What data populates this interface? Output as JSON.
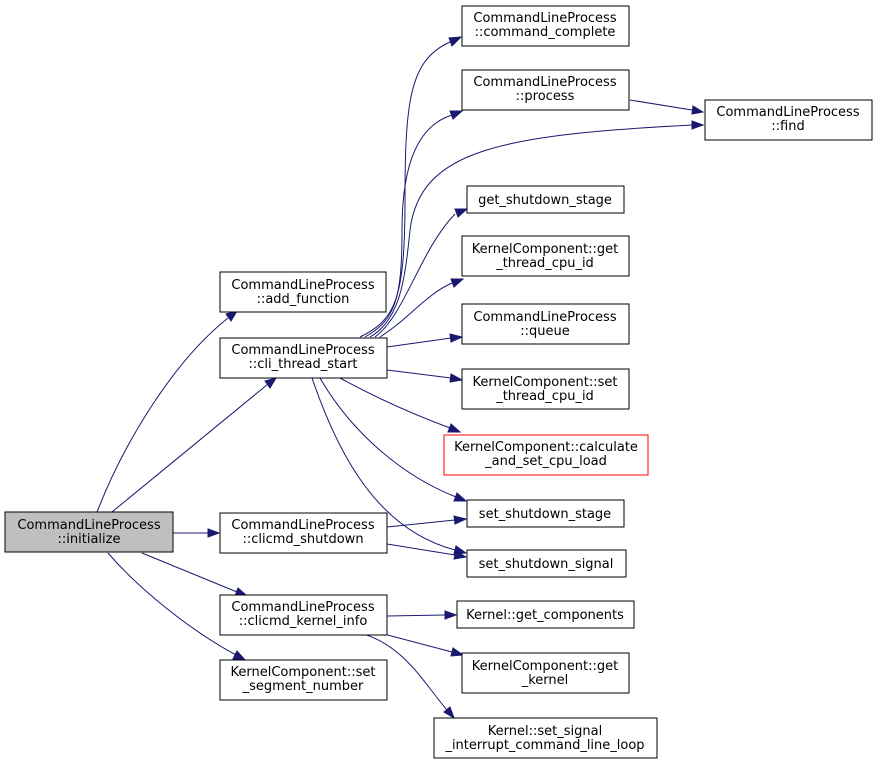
{
  "diagram": {
    "root": {
      "line1": "CommandLineProcess",
      "line2": "::initialize"
    },
    "add_function": {
      "line1": "CommandLineProcess",
      "line2": "::add_function"
    },
    "cli_thread_start": {
      "line1": "CommandLineProcess",
      "line2": "::cli_thread_start"
    },
    "clicmd_shutdown": {
      "line1": "CommandLineProcess",
      "line2": "::clicmd_shutdown"
    },
    "clicmd_kernel_info": {
      "line1": "CommandLineProcess",
      "line2": "::clicmd_kernel_info"
    },
    "set_segment_number": {
      "line1": "KernelComponent::set",
      "line2": "_segment_number"
    },
    "command_complete": {
      "line1": "CommandLineProcess",
      "line2": "::command_complete"
    },
    "process": {
      "line1": "CommandLineProcess",
      "line2": "::process"
    },
    "find": {
      "line1": "CommandLineProcess",
      "line2": "::find"
    },
    "get_shutdown_stage": {
      "line1": "get_shutdown_stage"
    },
    "get_thread_cpu_id": {
      "line1": "KernelComponent::get",
      "line2": "_thread_cpu_id"
    },
    "queue": {
      "line1": "CommandLineProcess",
      "line2": "::queue"
    },
    "set_thread_cpu_id": {
      "line1": "KernelComponent::set",
      "line2": "_thread_cpu_id"
    },
    "calculate_and_set_cpu_load": {
      "line1": "KernelComponent::calculate",
      "line2": "_and_set_cpu_load"
    },
    "set_shutdown_stage": {
      "line1": "set_shutdown_stage"
    },
    "set_shutdown_signal": {
      "line1": "set_shutdown_signal"
    },
    "get_components": {
      "line1": "Kernel::get_components"
    },
    "get_kernel": {
      "line1": "KernelComponent::get",
      "line2": "_kernel"
    },
    "set_signal_interrupt": {
      "line1": "Kernel::set_signal",
      "line2": "_interrupt_command_line_loop"
    }
  },
  "colors": {
    "edge": "#191970",
    "root_fill": "#bfbfbf",
    "node_border": "#000000",
    "highlight_border": "#ff0000"
  }
}
